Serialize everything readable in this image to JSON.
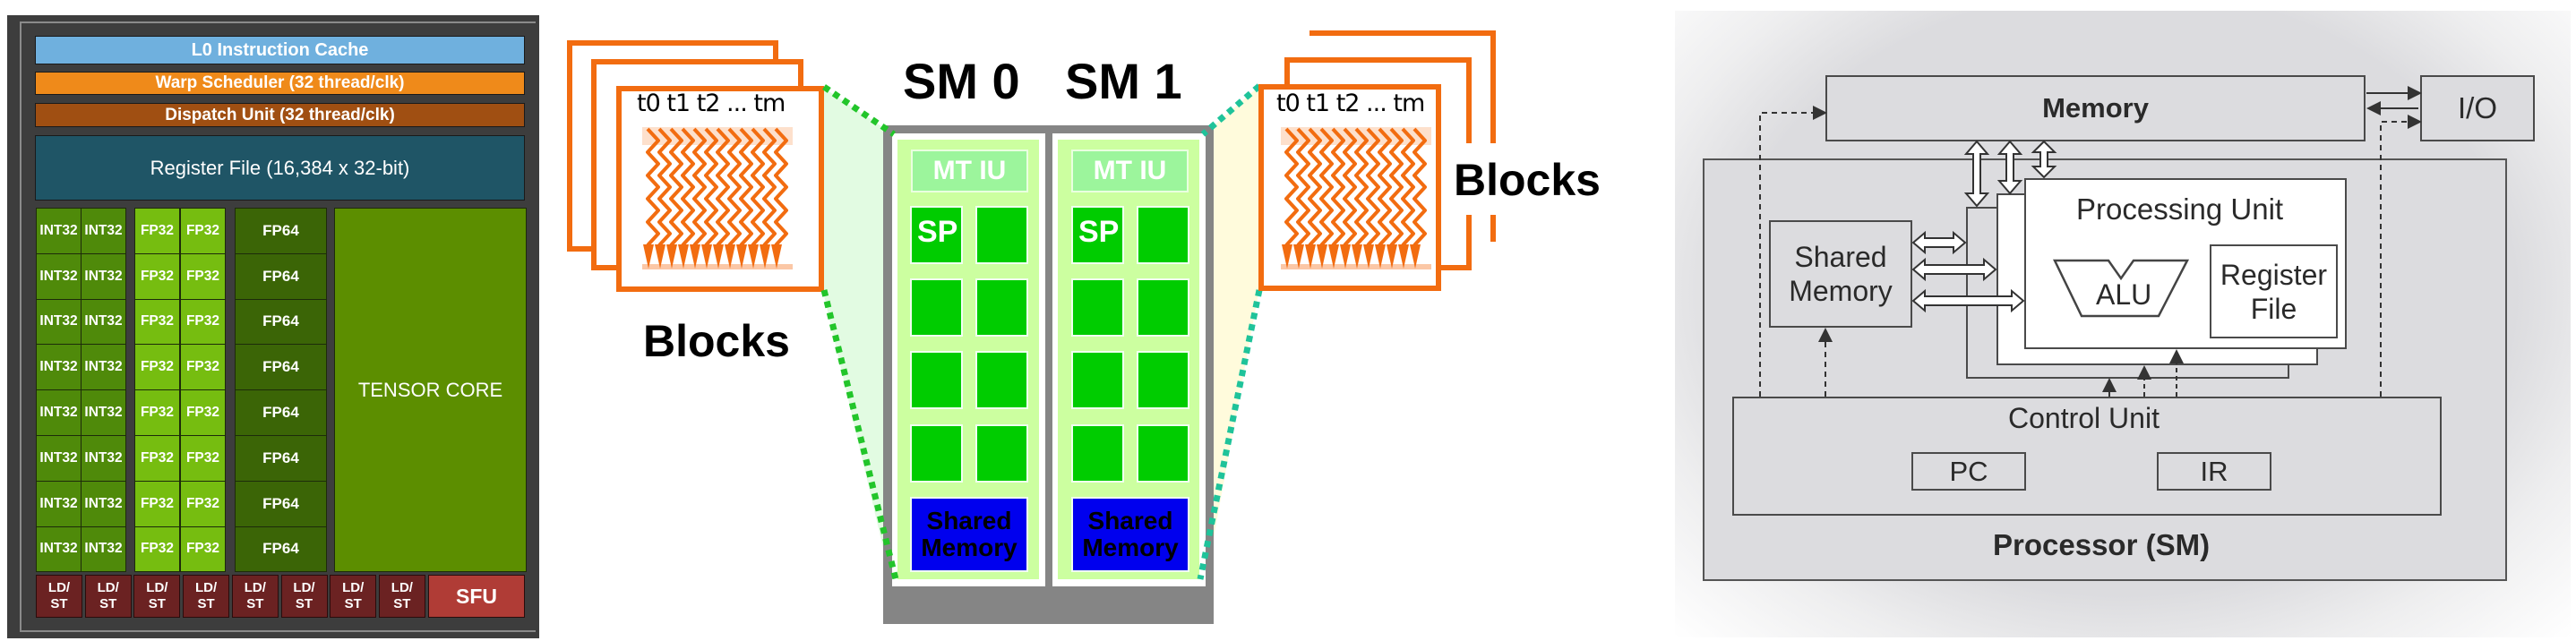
{
  "volta_sm": {
    "l0_cache": "L0 Instruction Cache",
    "warp_scheduler": "Warp Scheduler (32 thread/clk)",
    "dispatch_unit": "Dispatch Unit (32 thread/clk)",
    "register_file": "Register File (16,384 x 32-bit)",
    "int_label": "INT32",
    "fp32_label": "FP32",
    "fp64_label": "FP64",
    "rows": 8,
    "tensor_core": "TENSOR CORE",
    "ldst_line1": "LD/",
    "ldst_line2": "ST",
    "ldst_count": 8,
    "sfu": "SFU",
    "colors": {
      "l0": "#6fb0de",
      "warp": "#ef8a1a",
      "dispatch": "#a04f12",
      "register": "#1f5566",
      "int32": "#4f8a0a",
      "fp32": "#76bd10",
      "fp64": "#3b6506",
      "tensor": "#5c8e00",
      "ldst": "#6b2222",
      "sfu": "#b03c36"
    }
  },
  "thread_blocks": {
    "left": {
      "threads_label": "t0 t1 t2 ... tm",
      "caption": "Blocks"
    },
    "right": {
      "threads_label": "t0 t1 t2 ... tm",
      "caption": "Blocks"
    },
    "accent_color": "#f26c10"
  },
  "streaming_multiprocessors": [
    {
      "title": "SM 0",
      "unit_label": "MT IU",
      "core_label": "SP",
      "shared_line1": "Shared",
      "shared_line2": "Memory"
    },
    {
      "title": "SM 1",
      "unit_label": "MT IU",
      "core_label": "SP",
      "shared_line1": "Shared",
      "shared_line2": "Memory"
    }
  ],
  "processor_diagram": {
    "memory": "Memory",
    "io": "I/O",
    "shared_memory_line1": "Shared",
    "shared_memory_line2": "Memory",
    "processing_unit": "Processing Unit",
    "alu": "ALU",
    "register_file_line1": "Register",
    "register_file_line2": "File",
    "control_unit": "Control Unit",
    "pc": "PC",
    "ir": "IR",
    "processor_caption": "Processor (SM)"
  }
}
